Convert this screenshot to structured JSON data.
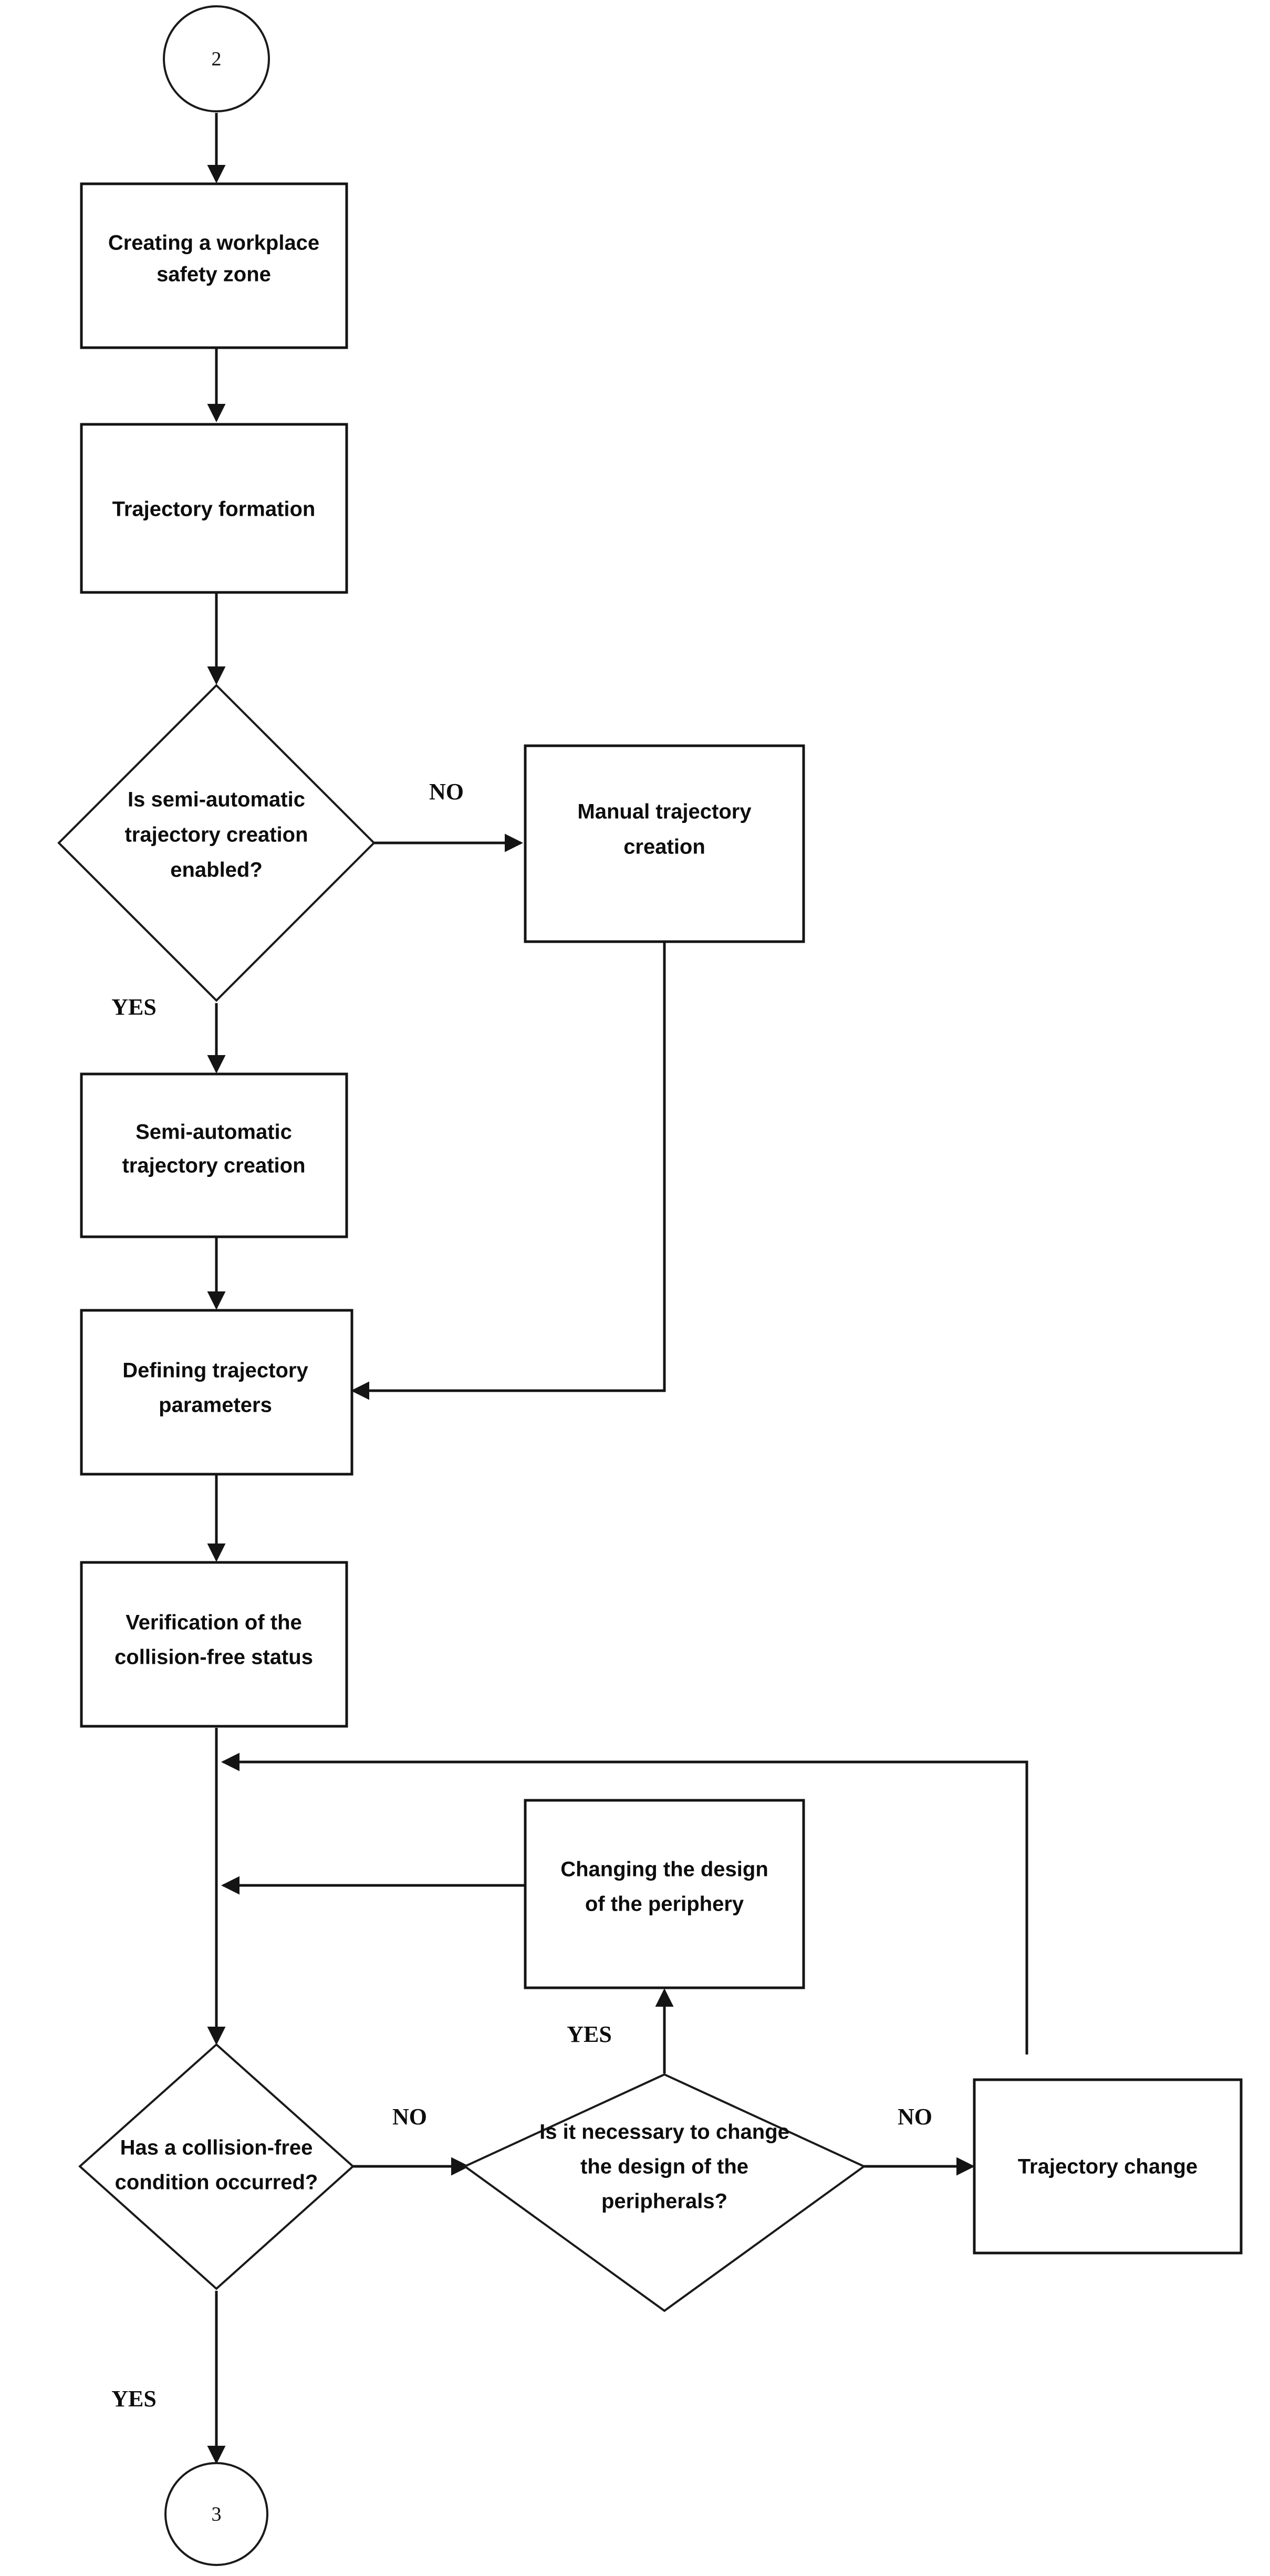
{
  "diagram": {
    "type": "flowchart",
    "orientation": "vertical",
    "background_color": "#ffffff",
    "line_color": "#141414",
    "text_color": "#0d0d0d"
  },
  "nodes": {
    "entry_connector": {
      "label": "2",
      "shape": "circle"
    },
    "exit_connector": {
      "label": "3",
      "shape": "circle"
    },
    "create_safety_zone": {
      "line1": "Creating a workplace",
      "line2": "safety zone",
      "shape": "process"
    },
    "trajectory_formation": {
      "line1": "Trajectory formation",
      "line2": "",
      "shape": "process"
    },
    "semi_auto_decision": {
      "line1": "Is semi-automatic",
      "line2": "trajectory creation",
      "line3": "enabled?",
      "shape": "decision"
    },
    "manual_trajectory_creation": {
      "line1": "Manual trajectory",
      "line2": "creation",
      "shape": "process"
    },
    "semi_auto_trajectory_creation": {
      "line1": "Semi-automatic",
      "line2": "trajectory creation",
      "shape": "process"
    },
    "defining_trajectory_parameters": {
      "line1": "Defining trajectory",
      "line2": "parameters",
      "shape": "process"
    },
    "verification_collision_free": {
      "line1": "Verification of the",
      "line2": "collision-free status",
      "shape": "process"
    },
    "changing_periphery_design": {
      "line1": "Changing the design",
      "line2": "of the periphery",
      "shape": "process"
    },
    "collision_free_decision": {
      "line1": "Has a collision-free",
      "line2": "condition occurred?",
      "shape": "decision"
    },
    "change_peripherals_decision": {
      "line1": "Is it necessary to change",
      "line2": "the design of the",
      "line3": "peripherals?",
      "shape": "decision"
    },
    "trajectory_change": {
      "line1": "Trajectory change",
      "line2": "",
      "shape": "process"
    }
  },
  "branch_labels": {
    "semi_auto_no": "NO",
    "semi_auto_yes": "YES",
    "collision_free_no": "NO",
    "collision_free_yes": "YES",
    "peripherals_yes": "YES",
    "peripherals_no": "NO"
  },
  "edges": [
    {
      "from": "entry_connector",
      "to": "create_safety_zone",
      "label": ""
    },
    {
      "from": "create_safety_zone",
      "to": "trajectory_formation",
      "label": ""
    },
    {
      "from": "trajectory_formation",
      "to": "semi_auto_decision",
      "label": ""
    },
    {
      "from": "semi_auto_decision",
      "to": "manual_trajectory_creation",
      "label": "NO"
    },
    {
      "from": "semi_auto_decision",
      "to": "semi_auto_trajectory_creation",
      "label": "YES"
    },
    {
      "from": "semi_auto_trajectory_creation",
      "to": "defining_trajectory_parameters",
      "label": ""
    },
    {
      "from": "manual_trajectory_creation",
      "to": "defining_trajectory_parameters",
      "label": ""
    },
    {
      "from": "defining_trajectory_parameters",
      "to": "verification_collision_free",
      "label": ""
    },
    {
      "from": "verification_collision_free",
      "to": "collision_free_decision",
      "label": ""
    },
    {
      "from": "collision_free_decision",
      "to": "change_peripherals_decision",
      "label": "NO"
    },
    {
      "from": "collision_free_decision",
      "to": "exit_connector",
      "label": "YES"
    },
    {
      "from": "change_peripherals_decision",
      "to": "changing_periphery_design",
      "label": "YES"
    },
    {
      "from": "change_peripherals_decision",
      "to": "trajectory_change",
      "label": "NO"
    },
    {
      "from": "changing_periphery_design",
      "to": "collision_free_decision",
      "label": ""
    },
    {
      "from": "trajectory_change",
      "to": "collision_free_decision",
      "label": ""
    }
  ]
}
